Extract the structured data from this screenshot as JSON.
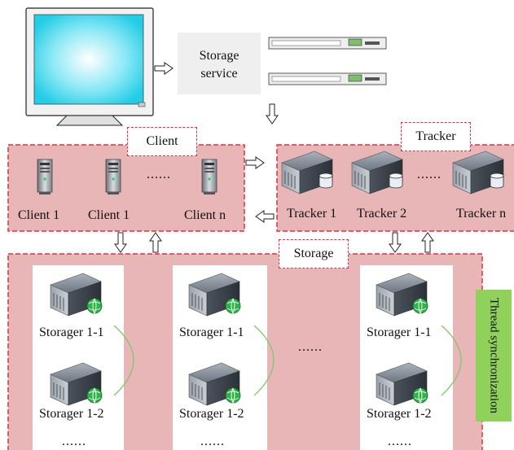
{
  "top": {
    "storage_service_label": "Storage\nservice"
  },
  "client": {
    "tag": "Client",
    "items": [
      "Client 1",
      "Client 1",
      "Client n"
    ],
    "ellipsis": "......"
  },
  "tracker": {
    "tag": "Tracker",
    "items": [
      "Tracker 1",
      "Tracker 2",
      "Tracker n"
    ],
    "ellipsis": "......"
  },
  "storage": {
    "tag": "Storage",
    "groups": [
      {
        "labels": [
          "Storager 1-1",
          "Storager 1-2"
        ],
        "ellipsis": "......"
      },
      {
        "labels": [
          "Storager 1-1",
          "Storager 1-2"
        ],
        "ellipsis": "......"
      },
      {
        "labels": [
          "Storager 1-1",
          "Storager 1-2"
        ],
        "ellipsis": "......"
      }
    ],
    "between_ellipsis": "......",
    "sync_label": "Thread synchronization"
  },
  "colors": {
    "region_fill": "#e8b6b6",
    "dashed_border": "#e0303a",
    "sync_fill": "#8fd15a",
    "monitor_screen": "#38d8ee"
  }
}
